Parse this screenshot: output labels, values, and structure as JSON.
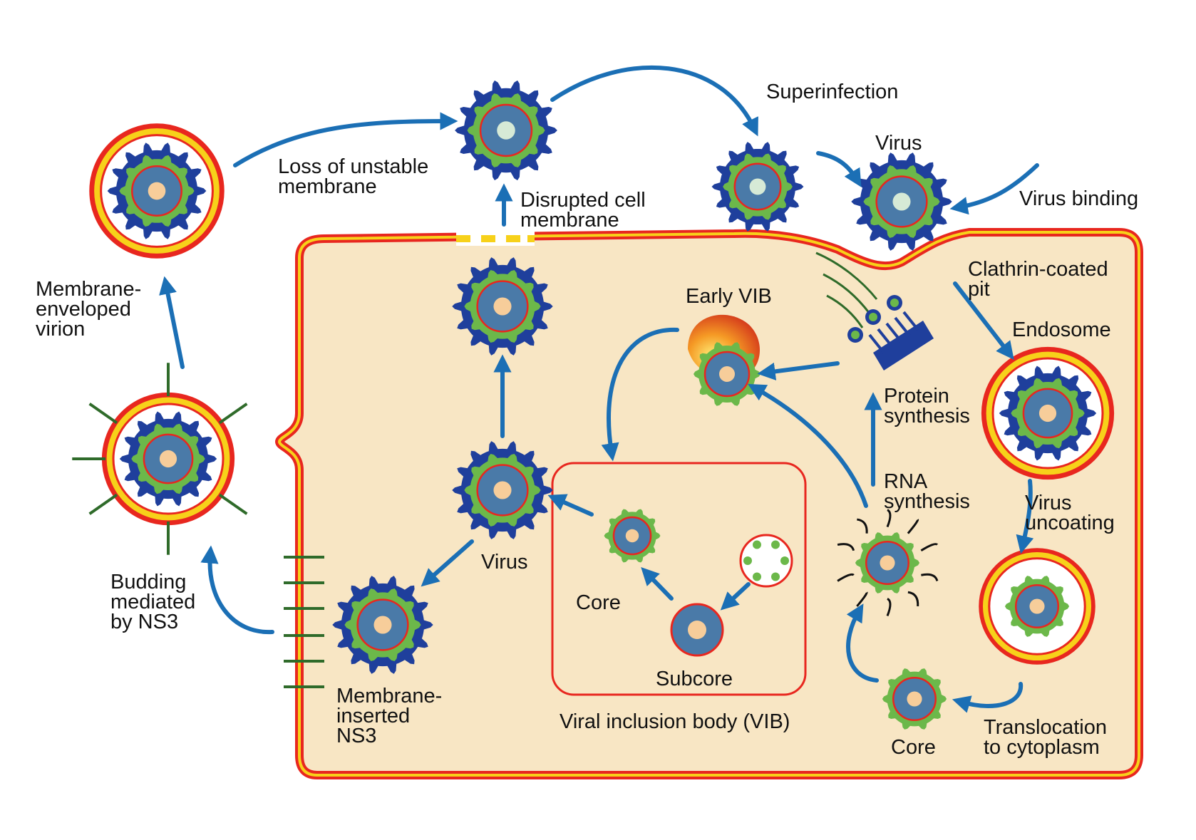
{
  "colors": {
    "arrow": "#1b6fb5",
    "cell_fill": "#f8e6c4",
    "membrane_outer": "#e8271f",
    "membrane_inner": "#f7d11a",
    "outer_capsid": "#1f3f9c",
    "inner_capsid": "#6cb84a",
    "core_shell": "#4a7aa8",
    "core_center": "#f7cd9a",
    "virion_center_pale": "#d6ead6",
    "vib_box": "#e8271f",
    "ns3": "#2f6b2a"
  },
  "labels": {
    "loss_membrane": [
      "Loss of unstable",
      "membrane"
    ],
    "superinfection": [
      "Superinfection"
    ],
    "virus_top": [
      "Virus"
    ],
    "virus_binding": [
      "Virus binding"
    ],
    "disrupted": [
      "Disrupted cell",
      "membrane"
    ],
    "membrane_enveloped": [
      "Membrane-",
      "enveloped",
      "virion"
    ],
    "clathrin": [
      "Clathrin-coated",
      "pit"
    ],
    "early_vib": [
      "Early VIB"
    ],
    "endosome": [
      "Endosome"
    ],
    "protein_synthesis": [
      "Protein",
      "synthesis"
    ],
    "rna_synthesis": [
      "RNA",
      "synthesis"
    ],
    "virus_uncoating": [
      "Virus",
      "uncoating"
    ],
    "virus_mid": [
      "Virus"
    ],
    "core_vib": [
      "Core"
    ],
    "subcore": [
      "Subcore"
    ],
    "budding": [
      "Budding",
      "mediated",
      "by NS3"
    ],
    "membrane_inserted": [
      "Membrane-",
      "inserted",
      "NS3"
    ],
    "vib": [
      "Viral inclusion body (VIB)"
    ],
    "core_bottom": [
      "Core"
    ],
    "translocation": [
      "Translocation",
      "to cytoplasm"
    ]
  }
}
